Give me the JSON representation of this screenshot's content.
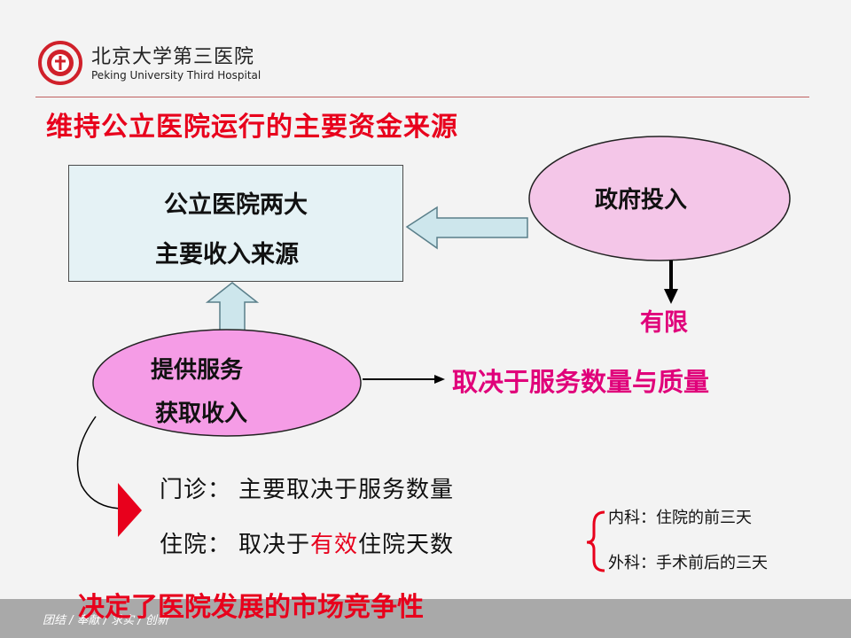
{
  "header": {
    "title_cn": "北京大学第三医院",
    "title_en": "Peking University Third Hospital"
  },
  "main_title": "维持公立医院运行的主要资金来源",
  "box": {
    "line1": "公立医院两大",
    "line2": "主要收入来源"
  },
  "gov_ellipse": {
    "label": "政府投入"
  },
  "limited_label": "有限",
  "service_ellipse": {
    "line1": "提供服务",
    "line2": "获取收入"
  },
  "depends_label": "取决于服务数量与质量",
  "outpatient": {
    "label": "门诊：",
    "text": "主要取决于服务数量"
  },
  "inpatient": {
    "label": "住院：",
    "text_before": "取决于",
    "text_highlight": "有效",
    "text_after": "住院天数"
  },
  "branches": [
    "内科：住院的前三天",
    "外科：手术前后的三天"
  ],
  "conclusion": "决定了医院发展的市场竞争性",
  "footer_motto": "团结 / 奉献 / 求实 / 创新",
  "colors": {
    "red": "#e8001c",
    "magenta": "#e0007a",
    "ellipse_fill": "#f4c6e8",
    "service_fill": "#f59ce6",
    "arrow_fill": "#cde6ec"
  }
}
